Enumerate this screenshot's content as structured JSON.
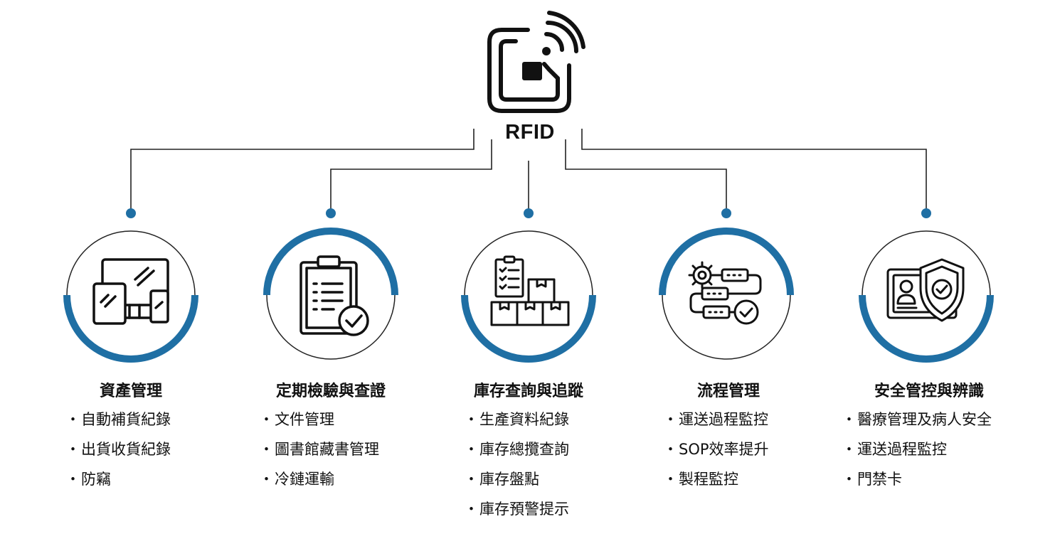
{
  "center": {
    "title": "RFID",
    "icon": "rfid-card-icon"
  },
  "accent_color": "#1f6fa4",
  "features": [
    {
      "title": "資產管理",
      "icon": "devices-icon",
      "items": [
        "自動補貨紀錄",
        "出貨收貨紀錄",
        "防竊"
      ]
    },
    {
      "title": "定期檢驗與查證",
      "icon": "clipboard-check-icon",
      "items": [
        "文件管理",
        "圖書館藏書管理",
        "冷鏈運輸"
      ]
    },
    {
      "title": "庫存查詢與追蹤",
      "icon": "inventory-boxes-icon",
      "items": [
        "生產資料紀錄",
        "庫存總攬查詢",
        "庫存盤點",
        "庫存預警提示"
      ]
    },
    {
      "title": "流程管理",
      "icon": "process-flow-icon",
      "items": [
        "運送過程監控",
        "SOP效率提升",
        "製程監控"
      ]
    },
    {
      "title": "安全管控與辨識",
      "icon": "id-shield-icon",
      "items": [
        "醫療管理及病人安全",
        "運送過程監控",
        "門禁卡"
      ]
    }
  ]
}
